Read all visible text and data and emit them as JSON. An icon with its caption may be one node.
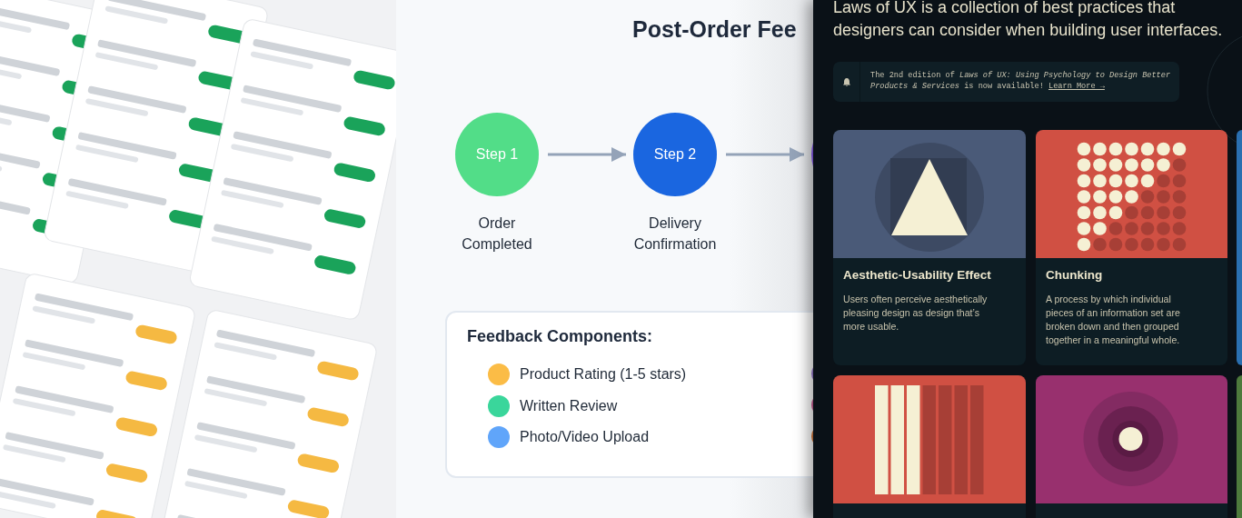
{
  "diagram": {
    "title": "Post-Order Fee",
    "nodes": [
      {
        "text": [
          "Step 1"
        ],
        "beside": [
          "Order Completed"
        ]
      },
      {
        "text": [
          "Step 2"
        ],
        "beside": [
          "Delivery Confirmation"
        ]
      },
      {
        "text": [],
        "shape": "circle"
      },
      {
        "text": [
          "Feedback Components:"
        ]
      },
      {
        "text": [
          "The 2nd edition of *Laws of UX: Using Psychology to Design Better Products & Services* is now available!",
          "Learn More →"
        ]
      },
      {
        "text": [
          "Aesthetic-Usability Effect",
          "Users often perceive aesthetically pleasing design as design that’s more usable."
        ]
      },
      {
        "text": [
          "Chunking",
          "A process by which individual pieces of an information set are broken down and then grouped together in a meaningful whole."
        ]
      },
      {
        "text": [],
        "shape": "box"
      },
      {
        "text": [],
        "shape": "box"
      }
    ],
    "edges": [
      {
        "from": 0,
        "to": 1,
        "arrow": "to"
      },
      {
        "from": 1,
        "to": 2,
        "arrow": "to"
      }
    ],
    "labels": [
      "Laws of UX is a collection of best practices that designers can consider when building user interfaces."
    ],
    "legend": [
      {
        "text": "Product Rating (1-5 stars)",
        "color": "#fbbc46"
      },
      {
        "text": "Written Review",
        "color": "#3ad69b"
      },
      {
        "text": "Photo/Video Upload",
        "color": "#60a5fa"
      }
    ]
  }
}
